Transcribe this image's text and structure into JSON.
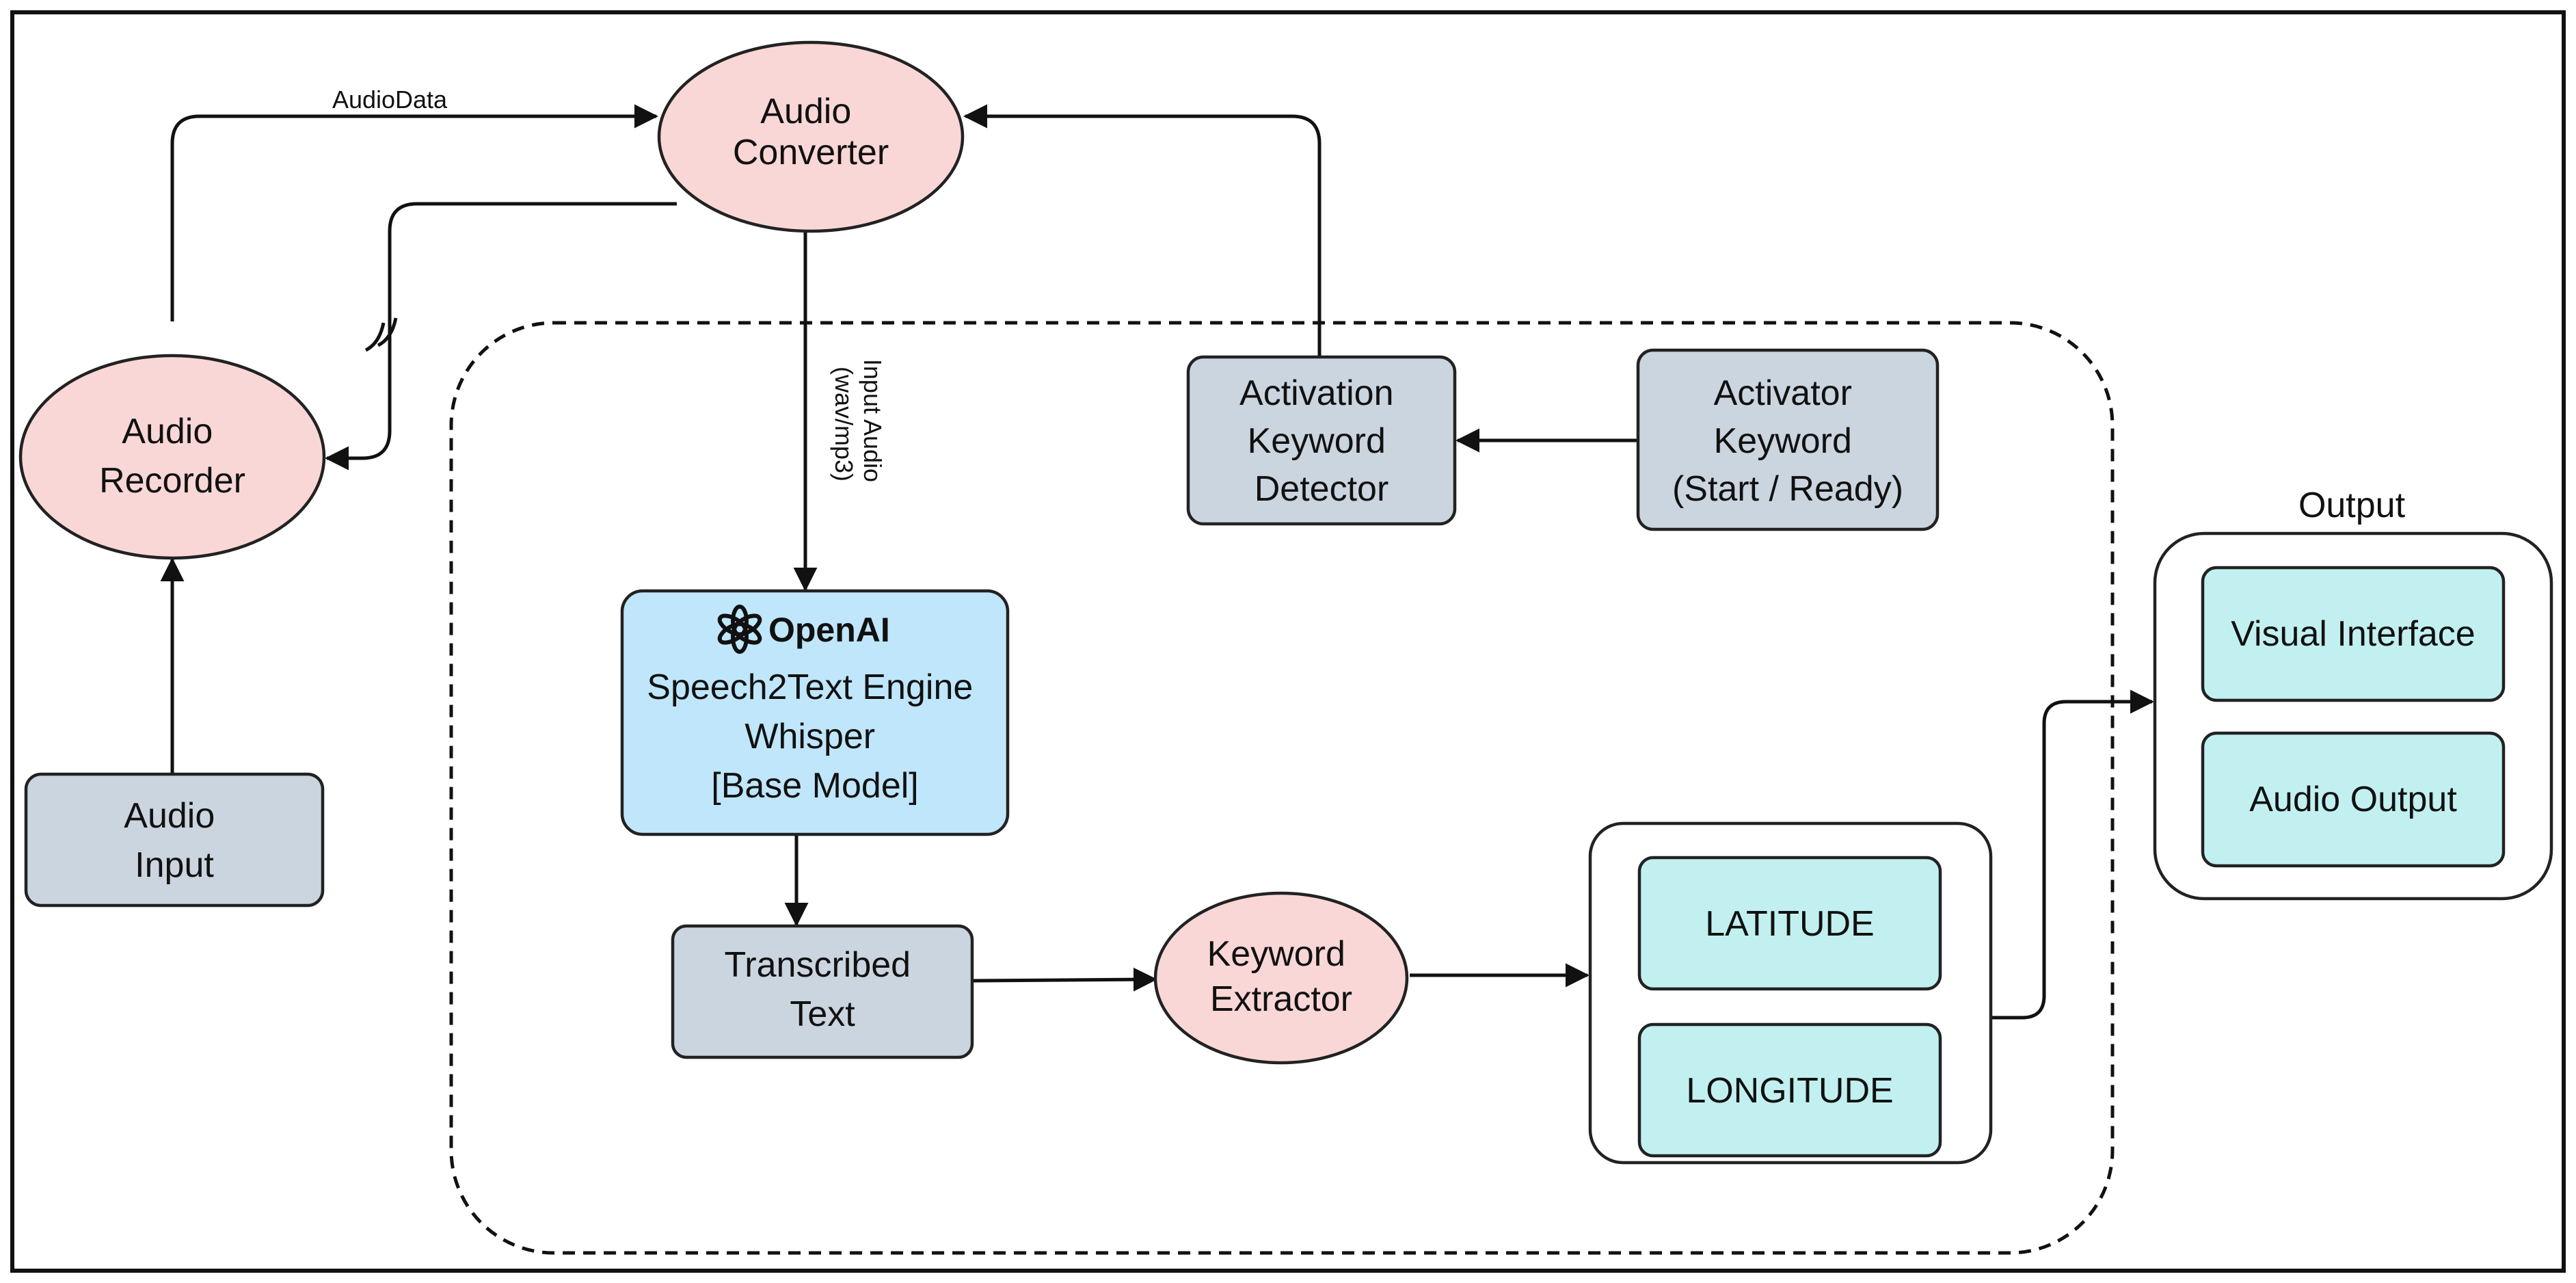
{
  "colors": {
    "ellipse_fill": "#f9d7d6",
    "gray_box_fill": "#cbd5df",
    "blue_box_fill": "#bfe6fa",
    "teal_box_fill": "#c2f0f0",
    "group_fill": "#ffffff",
    "stroke": "#222222"
  },
  "nodes": {
    "audio_converter": {
      "lines": [
        "Audio",
        "Converter"
      ]
    },
    "audio_recorder": {
      "lines": [
        "Audio",
        "Recorder"
      ]
    },
    "audio_input": {
      "lines": [
        "Audio",
        "Input"
      ]
    },
    "activation_detector": {
      "lines": [
        "Activation",
        "Keyword",
        "Detector"
      ]
    },
    "activator_keyword": {
      "lines": [
        "Activator",
        "Keyword",
        "(Start / Ready)"
      ]
    },
    "whisper_engine": {
      "brand": "OpenAI",
      "brand_icon": "openai-logo-icon",
      "lines": [
        "Speech2Text Engine",
        "Whisper",
        "[Base Model]"
      ]
    },
    "transcribed_text": {
      "lines": [
        "Transcribed",
        "Text"
      ]
    },
    "keyword_extractor": {
      "lines": [
        "Keyword",
        "Extractor"
      ]
    },
    "latitude": {
      "lines": [
        "LATITUDE"
      ]
    },
    "longitude": {
      "lines": [
        "LONGITUDE"
      ]
    },
    "visual_interface": {
      "lines": [
        "Visual Interface"
      ]
    },
    "audio_output": {
      "lines": [
        "Audio Output"
      ]
    }
  },
  "groups": {
    "output_title": "Output"
  },
  "edges": {
    "audio_data_label": "AudioData",
    "input_audio_label_line1": "Input Audio",
    "input_audio_label_line2": "(wav/mp3)"
  }
}
